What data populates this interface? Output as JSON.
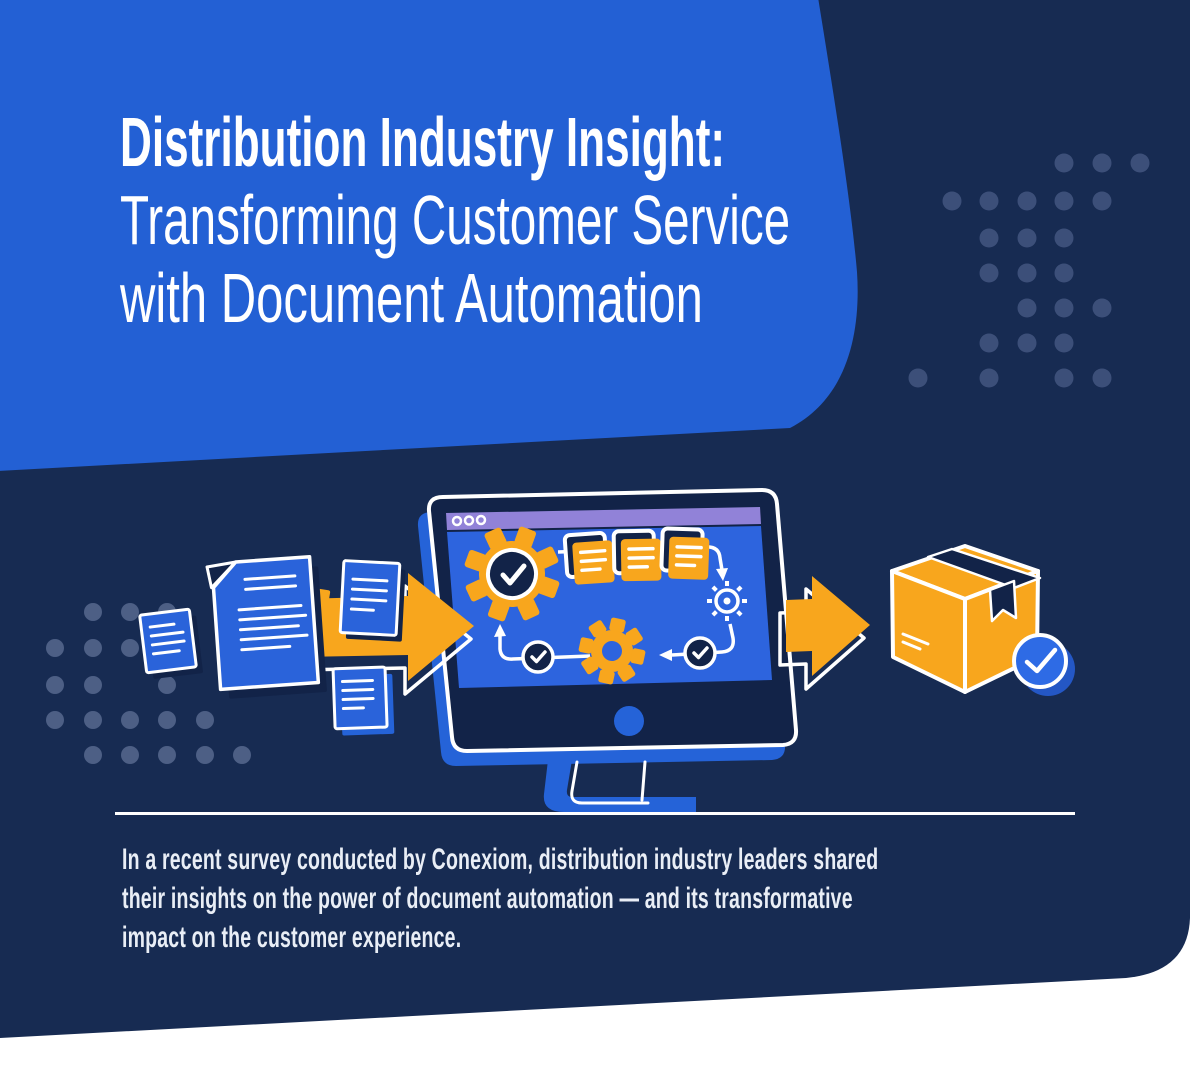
{
  "header": {
    "title_line1": "Distribution Industry Insight:",
    "title_line2": "Transforming Customer Service",
    "title_line3": "with Document Automation"
  },
  "body": {
    "line1": "In a recent survey conducted by Conexiom, distribution industry leaders shared",
    "line2": "their insights on the power of document automation — and its transformative",
    "line3": "impact on the customer experience."
  },
  "colors": {
    "navy_background": "#172B52",
    "deep_navy": "#122348",
    "royal_blue": "#2563D8",
    "title_card_blue": "#2360D4",
    "screen_blue": "#2D64DE",
    "document_blue": "#2A63DA",
    "orange": "#F8A61D",
    "purple_browser_bar": "#9182D8",
    "dot_right": "#3C4F79",
    "dot_left": "#4D5F85",
    "check_blue": "#2E6BE5",
    "check_blue_shadow": "#2457C5",
    "body_text": "#E9EEF6",
    "white": "#FFFFFF"
  },
  "illustration": {
    "icons": [
      "document-icon",
      "arrow-right-icon",
      "monitor-icon",
      "browser-dots-icon",
      "gear-check-icon",
      "sticky-note-icon",
      "workflow-arrow-icon",
      "sun-gear-icon",
      "check-circle-icon",
      "gear-icon",
      "package-box-icon",
      "package-check-icon"
    ]
  }
}
